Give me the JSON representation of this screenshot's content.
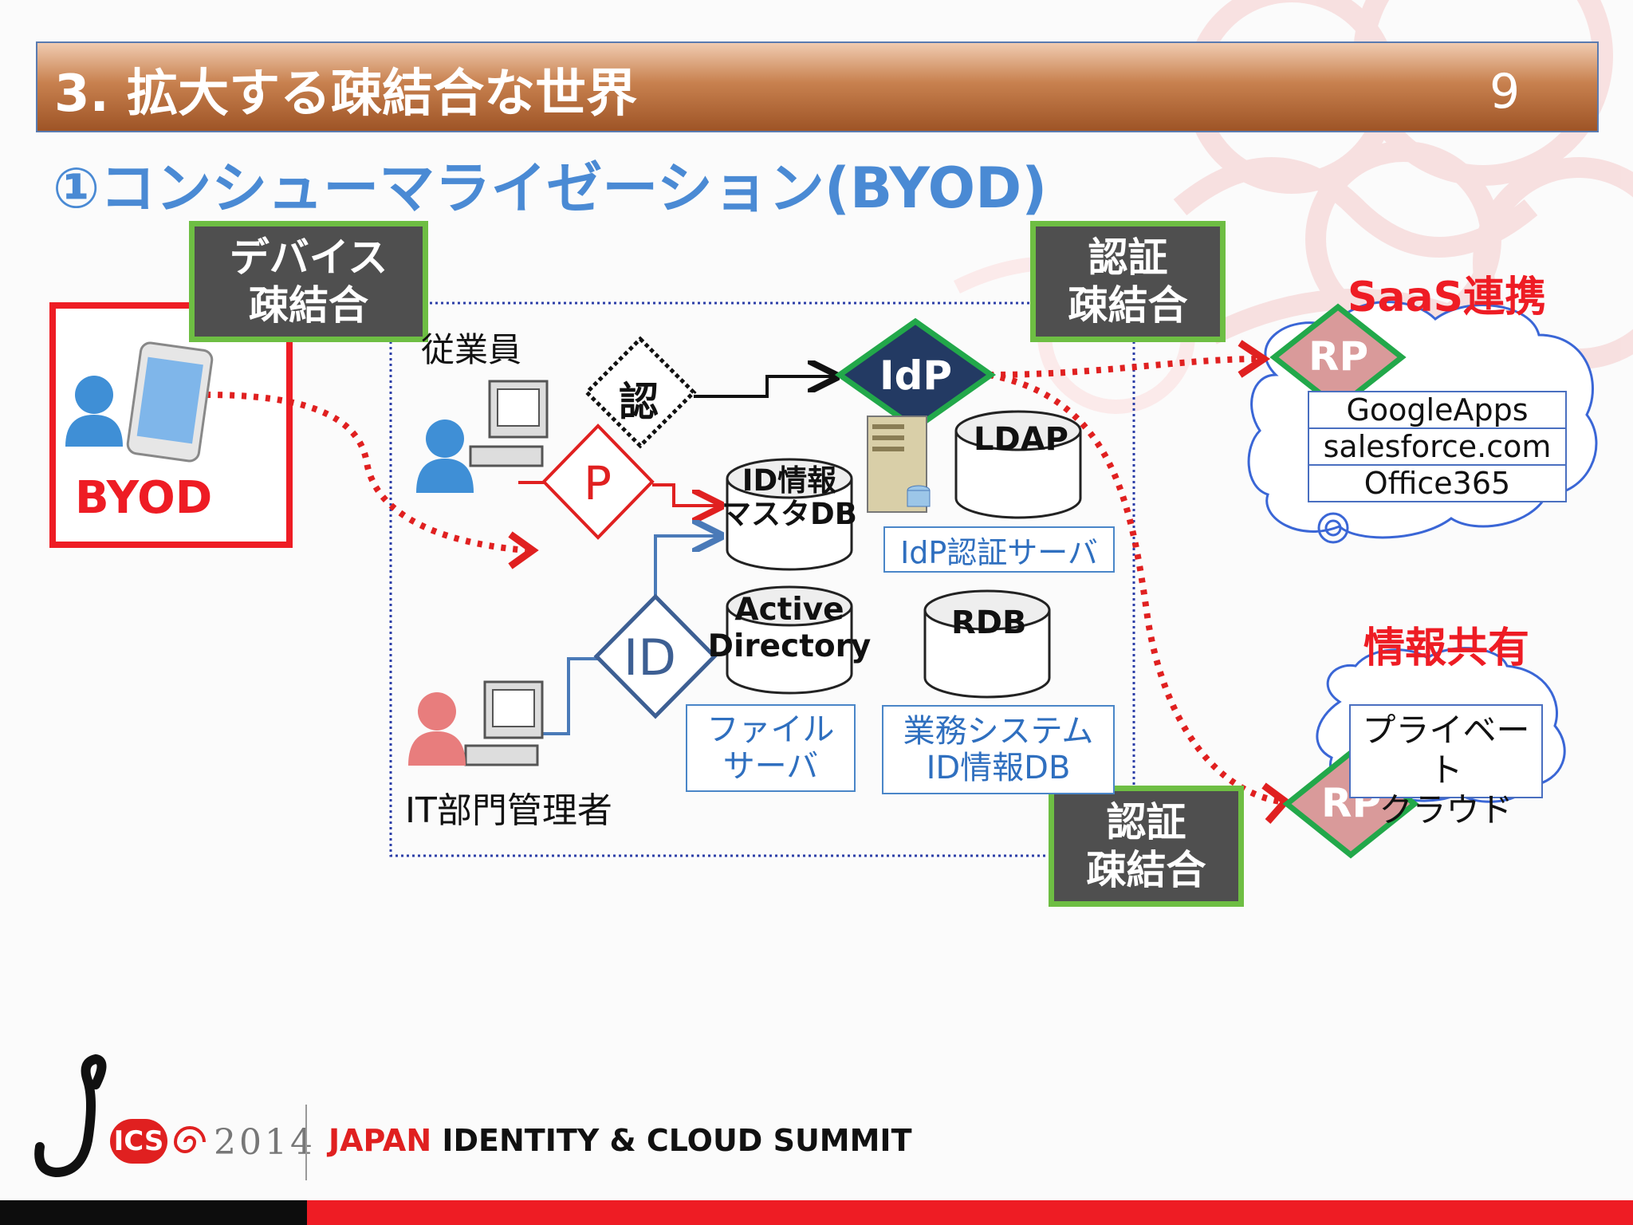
{
  "header": {
    "title": "3. 拡大する疎結合な世界",
    "page_number": "9"
  },
  "subtitle": "①コンシューマライゼーション(BYOD)",
  "tags": {
    "device": [
      "デバイス",
      "疎結合"
    ],
    "auth_top": [
      "認証",
      "疎結合"
    ],
    "auth_bottom": [
      "認証",
      "疎結合"
    ]
  },
  "byod": {
    "label": "BYOD"
  },
  "labels": {
    "employee": "従業員",
    "it_admin": "IT部門管理者",
    "saas": "SaaS連携",
    "info_share": "情報共有"
  },
  "shapes": {
    "auth": "認",
    "p": "P",
    "id": "ID",
    "idp": "IdP",
    "rp_top": "RP",
    "rp_bottom": "RP"
  },
  "databases": {
    "master": [
      "ID情報",
      "マスタDB"
    ],
    "ldap": "LDAP",
    "ad": [
      "Active",
      "Directory"
    ],
    "rdb": "RDB"
  },
  "boxes": {
    "idp_server": "IdP認証サーバ",
    "file_server": [
      "ファイル",
      "サーバ"
    ],
    "business": [
      "業務システム",
      "ID情報DB"
    ]
  },
  "saas_services": [
    "GoogleApps",
    "salesforce.com",
    "Office365"
  ],
  "private_cloud": [
    "プライベート",
    "クラウド"
  ],
  "footer": {
    "logo_text": "ICS",
    "year": "2014",
    "summit_red": "JAPAN",
    "summit_black": "IDENTITY & CLOUD SUMMIT"
  },
  "colors": {
    "accent_red": "#ee1c24",
    "subtitle_blue": "#4a8ad4",
    "tag_green": "#6ebe43",
    "tag_gray": "#4f4f4f",
    "idp_navy": "#233a63",
    "rp_pink": "#d99a9a"
  }
}
